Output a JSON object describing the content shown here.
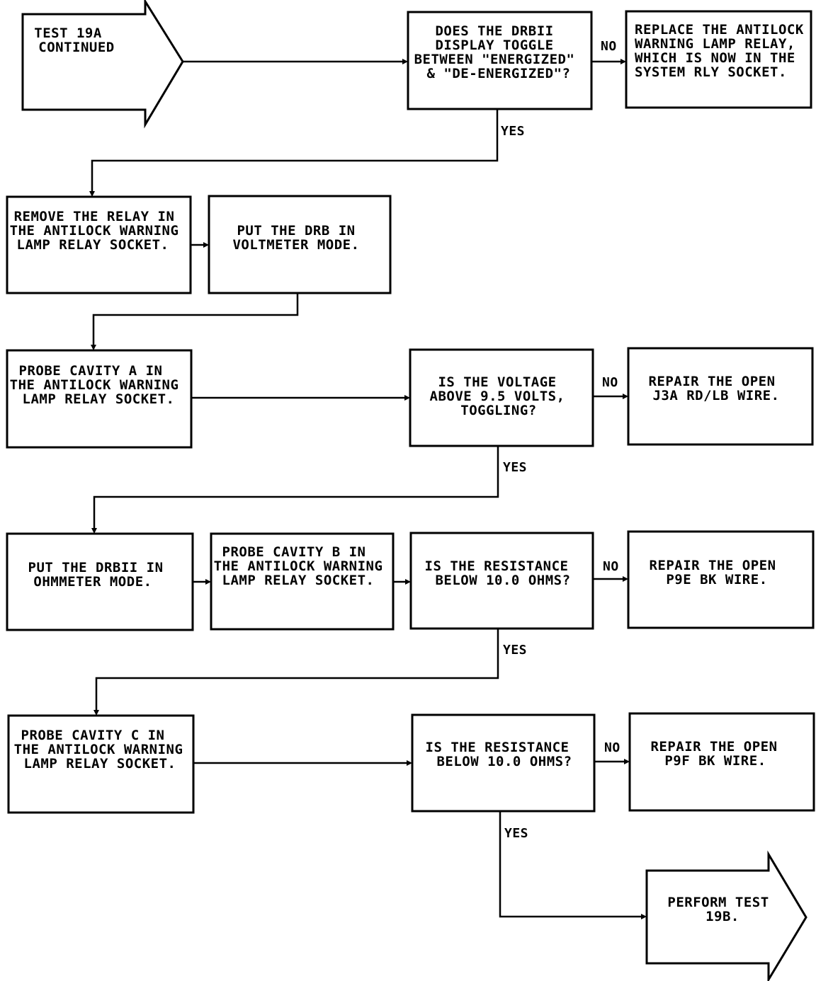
{
  "start": {
    "lines": [
      "TEST 19A",
      "CONTINUED"
    ]
  },
  "q_toggle": {
    "lines": [
      "DOES THE DRBII",
      "DISPLAY TOGGLE",
      "BETWEEN \"ENERGIZED\"",
      "& \"DE-ENERGIZED\"?"
    ]
  },
  "replace_relay": {
    "lines": [
      "REPLACE THE ANTILOCK",
      "WARNING LAMP RELAY,",
      "WHICH IS NOW IN THE",
      "SYSTEM RLY SOCKET."
    ]
  },
  "remove_relay": {
    "lines": [
      "REMOVE THE RELAY IN",
      "THE ANTILOCK WARNING",
      "LAMP RELAY SOCKET."
    ]
  },
  "voltmeter_mode": {
    "lines": [
      "PUT THE DRB IN",
      "VOLTMETER MODE."
    ]
  },
  "probe_a": {
    "lines": [
      "PROBE CAVITY A IN",
      "THE ANTILOCK WARNING",
      "LAMP RELAY SOCKET."
    ]
  },
  "q_voltage": {
    "lines": [
      "IS THE VOLTAGE",
      "ABOVE 9.5 VOLTS,",
      "TOGGLING?"
    ]
  },
  "repair_j3a": {
    "lines": [
      "REPAIR THE OPEN",
      "J3A RD/LB WIRE."
    ]
  },
  "ohmmeter_mode": {
    "lines": [
      "PUT THE DRBII IN",
      "OHMMETER MODE."
    ]
  },
  "probe_b": {
    "lines": [
      "PROBE CAVITY B IN",
      "THE ANTILOCK WARNING",
      "LAMP RELAY SOCKET."
    ]
  },
  "q_res_b": {
    "lines": [
      "IS THE RESISTANCE",
      "BELOW 10.0 OHMS?"
    ]
  },
  "repair_p9e": {
    "lines": [
      "REPAIR THE OPEN",
      "P9E BK WIRE."
    ]
  },
  "probe_c": {
    "lines": [
      "PROBE CAVITY C IN",
      "THE ANTILOCK WARNING",
      "LAMP RELAY SOCKET."
    ]
  },
  "q_res_c": {
    "lines": [
      "IS THE RESISTANCE",
      "BELOW 10.0 OHMS?"
    ]
  },
  "repair_p9f": {
    "lines": [
      "REPAIR THE OPEN",
      "P9F BK WIRE."
    ]
  },
  "end": {
    "lines": [
      "PERFORM TEST",
      "19B."
    ]
  },
  "labels": {
    "no": "NO",
    "yes": "YES"
  }
}
